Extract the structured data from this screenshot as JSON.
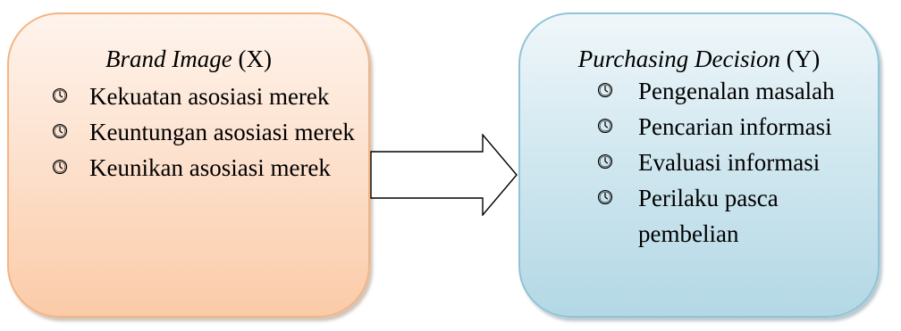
{
  "left_box": {
    "title_italic": "Brand Image",
    "title_suffix": " (X)",
    "bullet_icon": "clock-icon",
    "items": [
      {
        "label": "Kekuatan asosiasi merek"
      },
      {
        "label": "Keuntungan asosiasi merek"
      },
      {
        "label": "Keunikan asosiasi merek"
      }
    ]
  },
  "right_box": {
    "title_italic": "Purchasing Decision",
    "title_suffix": " (Y)",
    "bullet_icon": "clock-icon",
    "items": [
      {
        "label": "Pengenalan masalah"
      },
      {
        "label": "Pencarian informasi"
      },
      {
        "label": "Evaluasi informasi"
      },
      {
        "label": "Perilaku pasca pembelian"
      }
    ]
  },
  "colors": {
    "left_fill_top": "#fef4ec",
    "left_fill_bottom": "#fbcba8",
    "left_border": "#f3b483",
    "right_fill_top": "#f0f7fa",
    "right_fill_bottom": "#b3d8e5",
    "right_border": "#8fc4d6",
    "arrow_stroke": "#000000"
  }
}
